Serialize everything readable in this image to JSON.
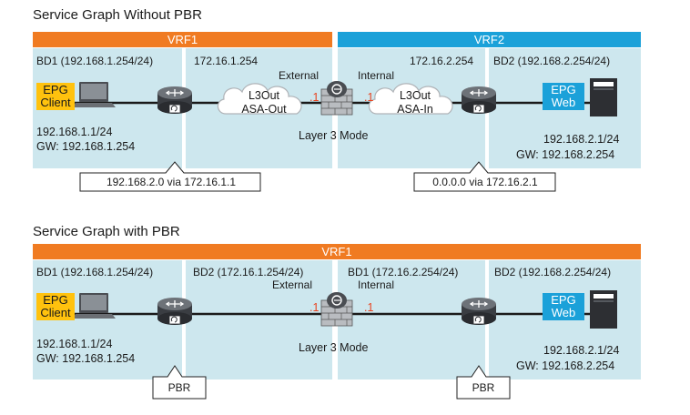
{
  "top": {
    "title": "Service Graph Without PBR",
    "vrf_left": "VRF1",
    "vrf_right": "VRF2",
    "bd_left": "BD1 (192.168.1.254/24)",
    "l3out_left_ip": "172.16.1.254",
    "l3out_right_ip": "172.16.2.254",
    "bd_right": "BD2 (192.168.2.254/24)",
    "external": "External",
    "internal": "Internal",
    "dot_left": ".1",
    "dot_right": ".1",
    "cloud_left_line1": "L3Out",
    "cloud_left_line2": "ASA-Out",
    "cloud_right_line1": "L3Out",
    "cloud_right_line2": "ASA-In",
    "mode": "Layer 3 Mode",
    "epg_client_line1": "EPG",
    "epg_client_line2": "Client",
    "epg_web_line1": "EPG",
    "epg_web_line2": "Web",
    "client_ip": "192.168.1.1/24",
    "client_gw": "GW: 192.168.1.254",
    "web_ip": "192.168.2.1/24",
    "web_gw": "GW: 192.168.2.254",
    "route_left": "192.168.2.0 via 172.16.1.1",
    "route_right": "0.0.0.0 via 172.16.2.1"
  },
  "bottom": {
    "title": "Service Graph with PBR",
    "vrf": "VRF1",
    "bd1": "BD1 (192.168.1.254/24)",
    "bd2": "BD2 (172.16.1.254/24)",
    "bd3": "BD1 (172.16.2.254/24)",
    "bd4": "BD2 (192.168.2.254/24)",
    "external": "External",
    "internal": "Internal",
    "dot_left": ".1",
    "dot_right": ".1",
    "mode": "Layer 3 Mode",
    "epg_client_line1": "EPG",
    "epg_client_line2": "Client",
    "epg_web_line1": "EPG",
    "epg_web_line2": "Web",
    "client_ip": "192.168.1.1/24",
    "client_gw": "GW: 192.168.1.254",
    "web_ip": "192.168.2.1/24",
    "web_gw": "GW: 192.168.2.254",
    "pbr_left": "PBR",
    "pbr_right": "PBR"
  },
  "colors": {
    "orange": "#f07b22",
    "blue": "#1ba1d9",
    "panel": "#cde7ee",
    "yellow": "#ffc20e",
    "red": "#e8431f"
  }
}
